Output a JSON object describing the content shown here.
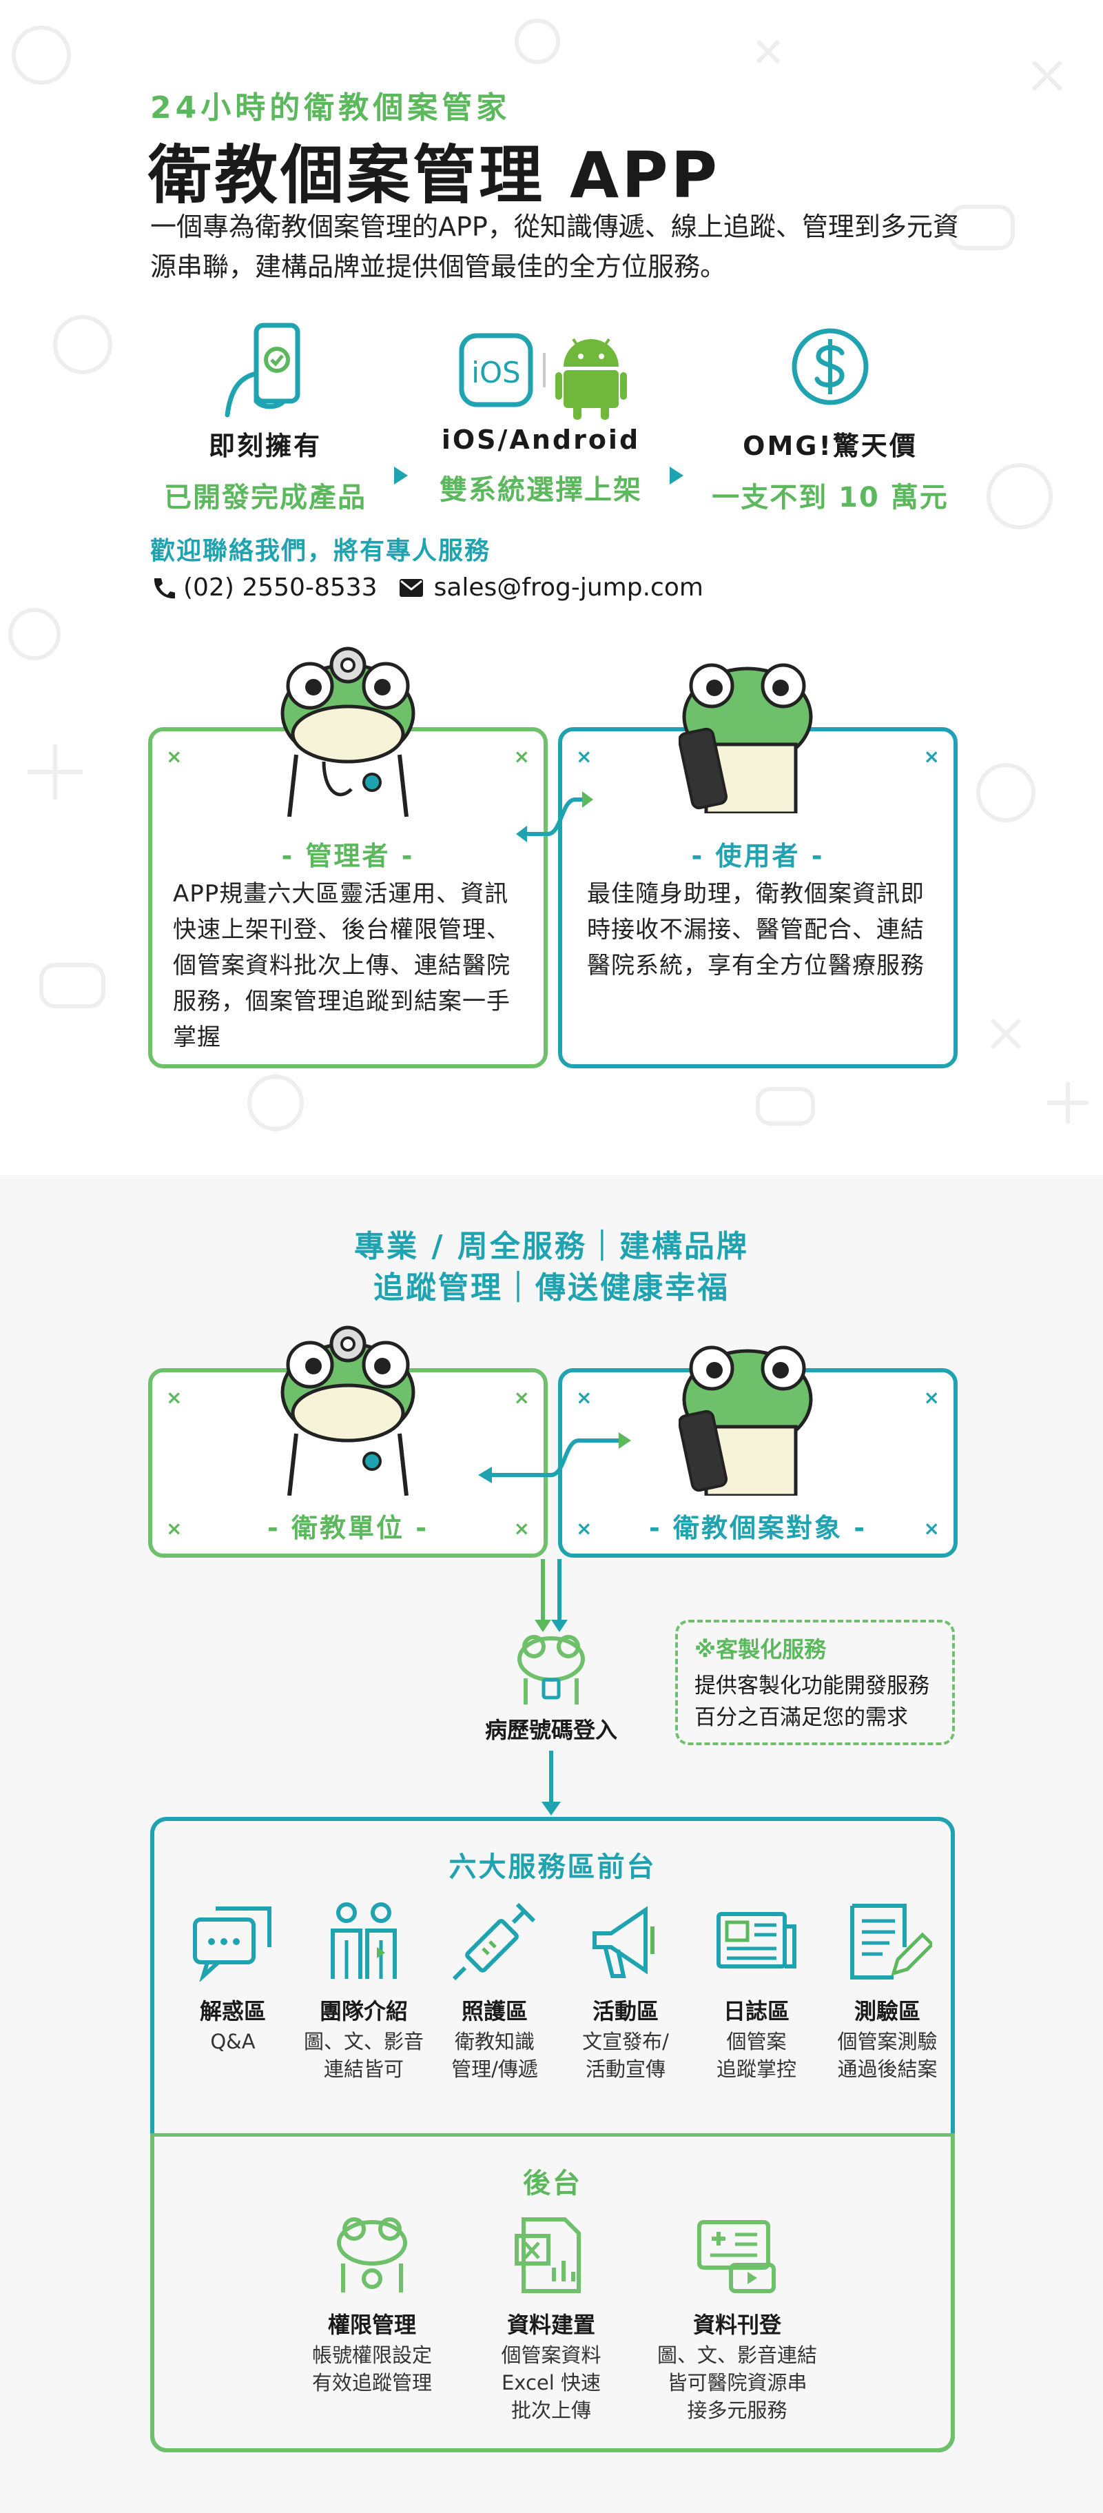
{
  "header": {
    "subtitle": "24小時的衛教個案管家",
    "title": "衛教個案管理 APP",
    "description": "一個專為衛教個案管理的APP，從知識傳遞、線上追蹤、管理到多元資源串聯，建構品牌並提供個管最佳的全方位服務。"
  },
  "features": [
    {
      "label": "即刻擁有",
      "sub": "已開發完成產品",
      "icon": "phone-hand-icon"
    },
    {
      "label": "iOS/Android",
      "sub": "雙系統選擇上架",
      "icon": "ios-android-icon",
      "ios_text": "iOS"
    },
    {
      "label": "OMG!驚天價",
      "sub": "一支不到 10 萬元",
      "icon": "dollar-icon"
    }
  ],
  "contact": {
    "heading": "歡迎聯絡我們，將有專人服務",
    "phone": "(02) 2550-8533",
    "email": "sales@frog-jump.com"
  },
  "roles": {
    "admin": {
      "title": "- 管理者 -",
      "text": "APP規畫六大區靈活運用、資訊快速上架刊登、後台權限管理、個管案資料批次上傳、連結醫院服務，個案管理追蹤到結案一手掌握"
    },
    "user": {
      "title": "- 使用者 -",
      "text": "最佳隨身助理，衛教個案資訊即時接收不漏接、醫管配合、連結醫院系統，享有全方位醫療服務"
    }
  },
  "slogan": {
    "line1": "專業 / 周全服務｜建構品牌",
    "line2": "追蹤管理｜傳送健康幸福"
  },
  "units": {
    "left": "- 衛教單位 -",
    "right": "- 衛教個案對象 -"
  },
  "login": {
    "label": "病歷號碼登入"
  },
  "custom": {
    "title": "※客製化服務",
    "line1": "提供客製化功能開發服務",
    "line2": "百分之百滿足您的需求"
  },
  "front": {
    "title": "六大服務區前台",
    "items": [
      {
        "name": "解惑區",
        "desc1": "Q&A",
        "desc2": ""
      },
      {
        "name": "團隊介紹",
        "desc1": "圖、文、影音",
        "desc2": "連結皆可"
      },
      {
        "name": "照護區",
        "desc1": "衛教知識",
        "desc2": "管理/傳遞"
      },
      {
        "name": "活動區",
        "desc1": "文宣發布/",
        "desc2": "活動宣傳"
      },
      {
        "name": "日誌區",
        "desc1": "個管案",
        "desc2": "追蹤掌控"
      },
      {
        "name": "測驗區",
        "desc1": "個管案測驗",
        "desc2": "通過後結案"
      }
    ]
  },
  "back": {
    "title": "後台",
    "items": [
      {
        "name": "權限管理",
        "lines": [
          "帳號權限設定",
          "有效追蹤管理"
        ]
      },
      {
        "name": "資料建置",
        "lines": [
          "個管案資料",
          "Excel 快速",
          "批次上傳"
        ]
      },
      {
        "name": "資料刊登",
        "lines": [
          "圖、文、影音連結",
          "皆可醫院資源串",
          "接多元服務"
        ]
      }
    ]
  },
  "colors": {
    "green": "#5cb85c",
    "teal": "#1fa3b0",
    "frog": "#6fc06a"
  }
}
